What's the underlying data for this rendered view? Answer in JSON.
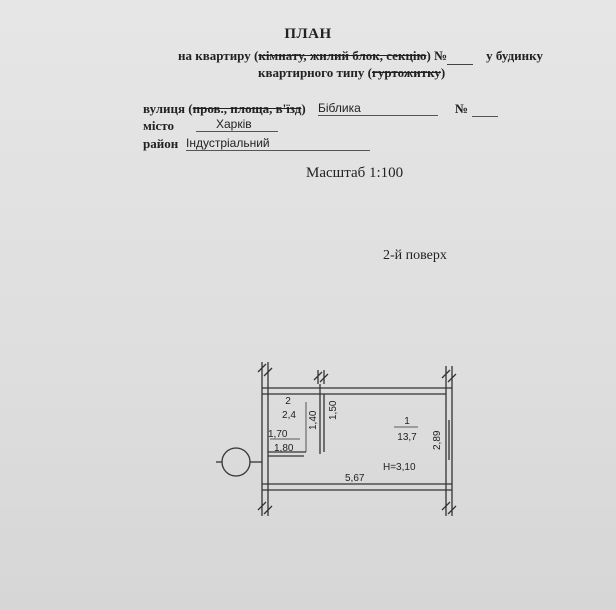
{
  "header": {
    "title": "ПЛАН",
    "line1_pre": "на квартиру (",
    "line1_strike": "кімнату, жилий блок, секцію",
    "line1_post": ") №",
    "line1_end": "у будинку",
    "line2_pre": "квартирного типу (",
    "line2_strike": "гуртожитку",
    "line2_post": ")"
  },
  "address": {
    "street_label_pre": "вулиця (",
    "street_label_strike": "пров., площа, в'їзд",
    "street_label_post": ")",
    "street_value": "Біблика",
    "number_label": "№",
    "city_label": "місто",
    "city_value": "Харків",
    "district_label": "район",
    "district_value": "Індустріальний"
  },
  "scale": "Масштаб 1:100",
  "floor": "2-й поверх",
  "plan": {
    "room2_number": "2",
    "room2_area": "2,4",
    "room1_number": "1",
    "room1_area": "13,7",
    "dim_170": "1,70",
    "dim_180": "1,80",
    "dim_140": "1,40",
    "dim_150": "1,50",
    "dim_289": "2,89",
    "dim_567": "5,67",
    "height": "H=3,10"
  }
}
